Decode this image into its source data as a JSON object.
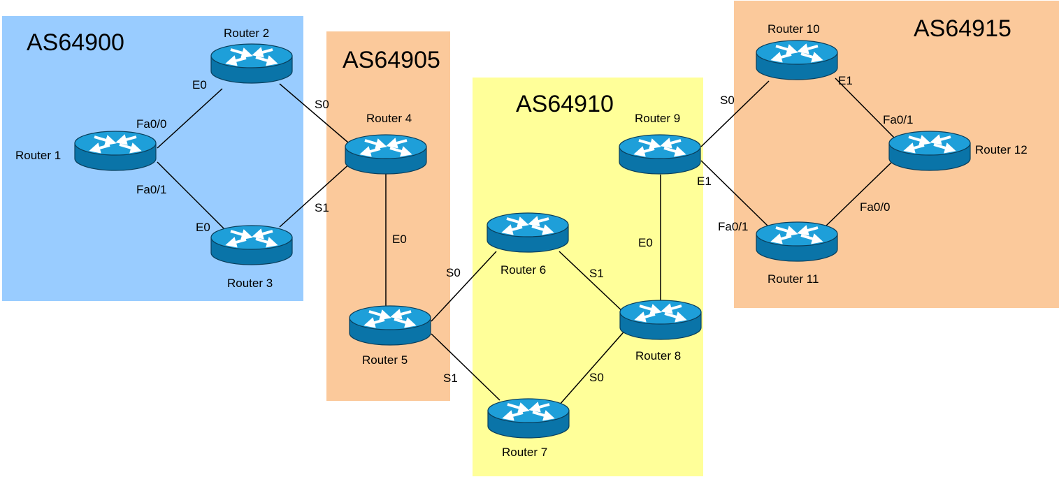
{
  "colors": {
    "as_blue": "#99ccff",
    "as_orange": "#fbc99b",
    "as_yellow": "#ffff99",
    "router_top": "#1e9fd9",
    "router_side": "#0a74a8",
    "router_outline": "#0a3f5c",
    "link": "#000000"
  },
  "autonomous_systems": [
    {
      "id": "as64900",
      "name": "AS64900",
      "color": "blue"
    },
    {
      "id": "as64905",
      "name": "AS64905",
      "color": "orange"
    },
    {
      "id": "as64910",
      "name": "AS64910",
      "color": "yellow"
    },
    {
      "id": "as64915",
      "name": "AS64915",
      "color": "orange"
    }
  ],
  "routers": [
    {
      "id": "r1",
      "name": "Router 1",
      "icon": "router-icon"
    },
    {
      "id": "r2",
      "name": "Router 2",
      "icon": "router-icon"
    },
    {
      "id": "r3",
      "name": "Router 3",
      "icon": "router-icon"
    },
    {
      "id": "r4",
      "name": "Router 4",
      "icon": "router-icon"
    },
    {
      "id": "r5",
      "name": "Router 5",
      "icon": "router-icon"
    },
    {
      "id": "r6",
      "name": "Router 6",
      "icon": "router-icon"
    },
    {
      "id": "r7",
      "name": "Router 7",
      "icon": "router-icon"
    },
    {
      "id": "r8",
      "name": "Router 8",
      "icon": "router-icon"
    },
    {
      "id": "r9",
      "name": "Router 9",
      "icon": "router-icon"
    },
    {
      "id": "r10",
      "name": "Router 10",
      "icon": "router-icon"
    },
    {
      "id": "r11",
      "name": "Router 11",
      "icon": "router-icon"
    },
    {
      "id": "r12",
      "name": "Router 12",
      "icon": "router-icon"
    }
  ],
  "links": [
    {
      "from": "r1",
      "to": "r2"
    },
    {
      "from": "r1",
      "to": "r3"
    },
    {
      "from": "r2",
      "to": "r4"
    },
    {
      "from": "r3",
      "to": "r4"
    },
    {
      "from": "r4",
      "to": "r5"
    },
    {
      "from": "r5",
      "to": "r6"
    },
    {
      "from": "r5",
      "to": "r7"
    },
    {
      "from": "r6",
      "to": "r8"
    },
    {
      "from": "r7",
      "to": "r8"
    },
    {
      "from": "r8",
      "to": "r9"
    },
    {
      "from": "r9",
      "to": "r10"
    },
    {
      "from": "r9",
      "to": "r11"
    },
    {
      "from": "r10",
      "to": "r12"
    },
    {
      "from": "r11",
      "to": "r12"
    }
  ],
  "interface_labels": [
    "E0",
    "Fa0/0",
    "Fa0/1",
    "E0",
    "S0",
    "S1",
    "E0",
    "S0",
    "S1",
    "S1",
    "S0",
    "E0",
    "S0",
    "E1",
    "E1",
    "Fa0/1",
    "Fa0/0",
    "Fa0/1"
  ]
}
